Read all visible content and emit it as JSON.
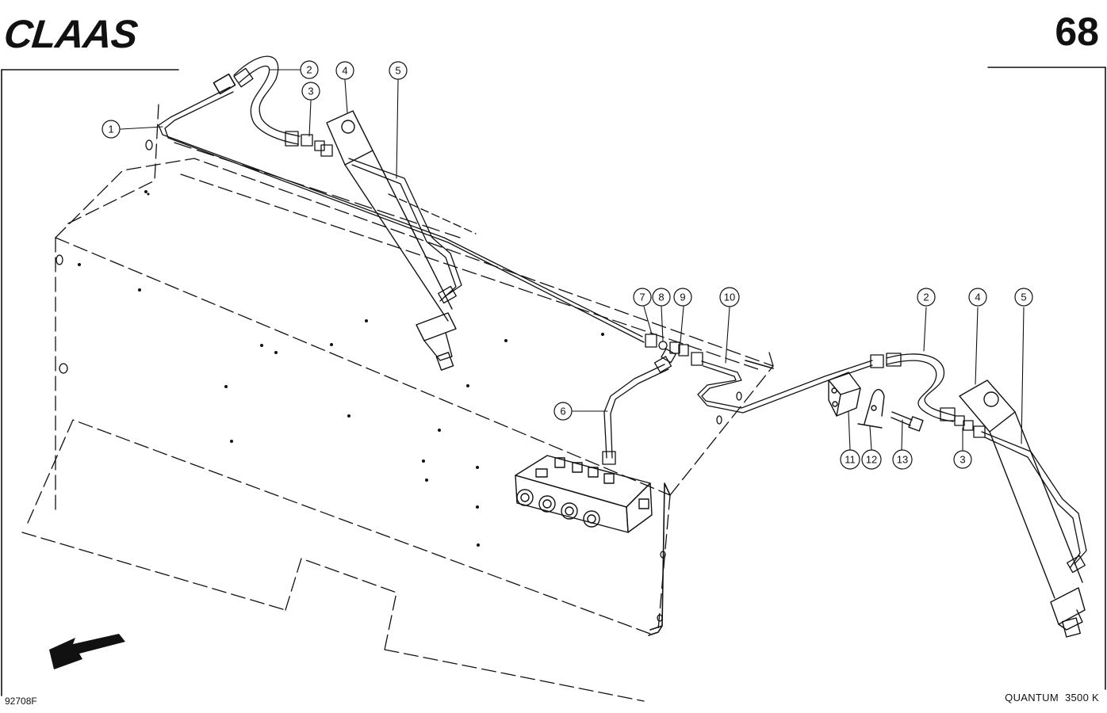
{
  "header": {
    "brand": "CLAAS",
    "page_number": "68"
  },
  "footer": {
    "document_number": "92708F",
    "model": "QUANTUM",
    "model_number": "3500 K"
  },
  "colors": {
    "ink": "#111111",
    "paper": "#ffffff"
  },
  "callouts": [
    {
      "label": "1"
    },
    {
      "label": "2"
    },
    {
      "label": "3"
    },
    {
      "label": "4"
    },
    {
      "label": "5"
    },
    {
      "label": "6"
    },
    {
      "label": "7"
    },
    {
      "label": "8"
    },
    {
      "label": "9"
    },
    {
      "label": "10"
    },
    {
      "label": "2"
    },
    {
      "label": "4"
    },
    {
      "label": "5"
    },
    {
      "label": "3"
    },
    {
      "label": "11"
    },
    {
      "label": "12"
    },
    {
      "label": "13"
    }
  ],
  "icons": {
    "direction": "direction-arrow-icon"
  }
}
